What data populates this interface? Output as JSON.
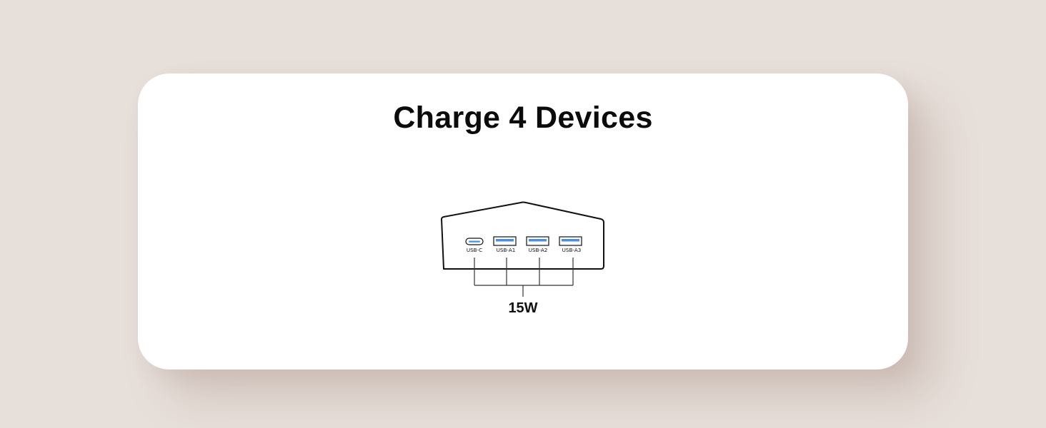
{
  "title": "Charge 4 Devices",
  "ports": [
    {
      "label": "USB-C",
      "type": "usb-c"
    },
    {
      "label": "USB-A1",
      "type": "usb-a"
    },
    {
      "label": "USB-A2",
      "type": "usb-a"
    },
    {
      "label": "USB-A3",
      "type": "usb-a"
    }
  ],
  "shared_output": "15W",
  "colors": {
    "background": "#e7dfda",
    "card": "#ffffff",
    "port_accent": "#4a8fe0",
    "outline": "#111111"
  }
}
